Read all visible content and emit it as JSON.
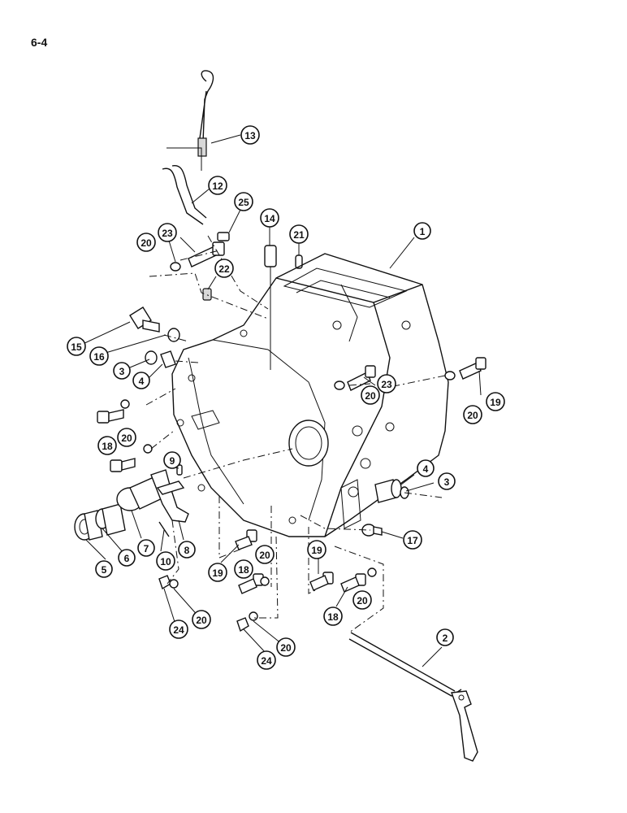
{
  "page_number": "6-4",
  "callouts": [
    {
      "label": "13"
    },
    {
      "label": "12"
    },
    {
      "label": "25"
    },
    {
      "label": "14"
    },
    {
      "label": "21"
    },
    {
      "label": "1"
    },
    {
      "label": "20"
    },
    {
      "label": "23"
    },
    {
      "label": "22"
    },
    {
      "label": "15"
    },
    {
      "label": "16"
    },
    {
      "label": "3"
    },
    {
      "label": "4"
    },
    {
      "label": "23"
    },
    {
      "label": "20"
    },
    {
      "label": "19"
    },
    {
      "label": "20"
    },
    {
      "label": "20"
    },
    {
      "label": "18"
    },
    {
      "label": "9"
    },
    {
      "label": "4"
    },
    {
      "label": "3"
    },
    {
      "label": "5"
    },
    {
      "label": "6"
    },
    {
      "label": "7"
    },
    {
      "label": "10"
    },
    {
      "label": "8"
    },
    {
      "label": "17"
    },
    {
      "label": "19"
    },
    {
      "label": "18"
    },
    {
      "label": "20"
    },
    {
      "label": "19"
    },
    {
      "label": "18"
    },
    {
      "label": "20"
    },
    {
      "label": "24"
    },
    {
      "label": "20"
    },
    {
      "label": "24"
    },
    {
      "label": "20"
    },
    {
      "label": "2"
    }
  ]
}
